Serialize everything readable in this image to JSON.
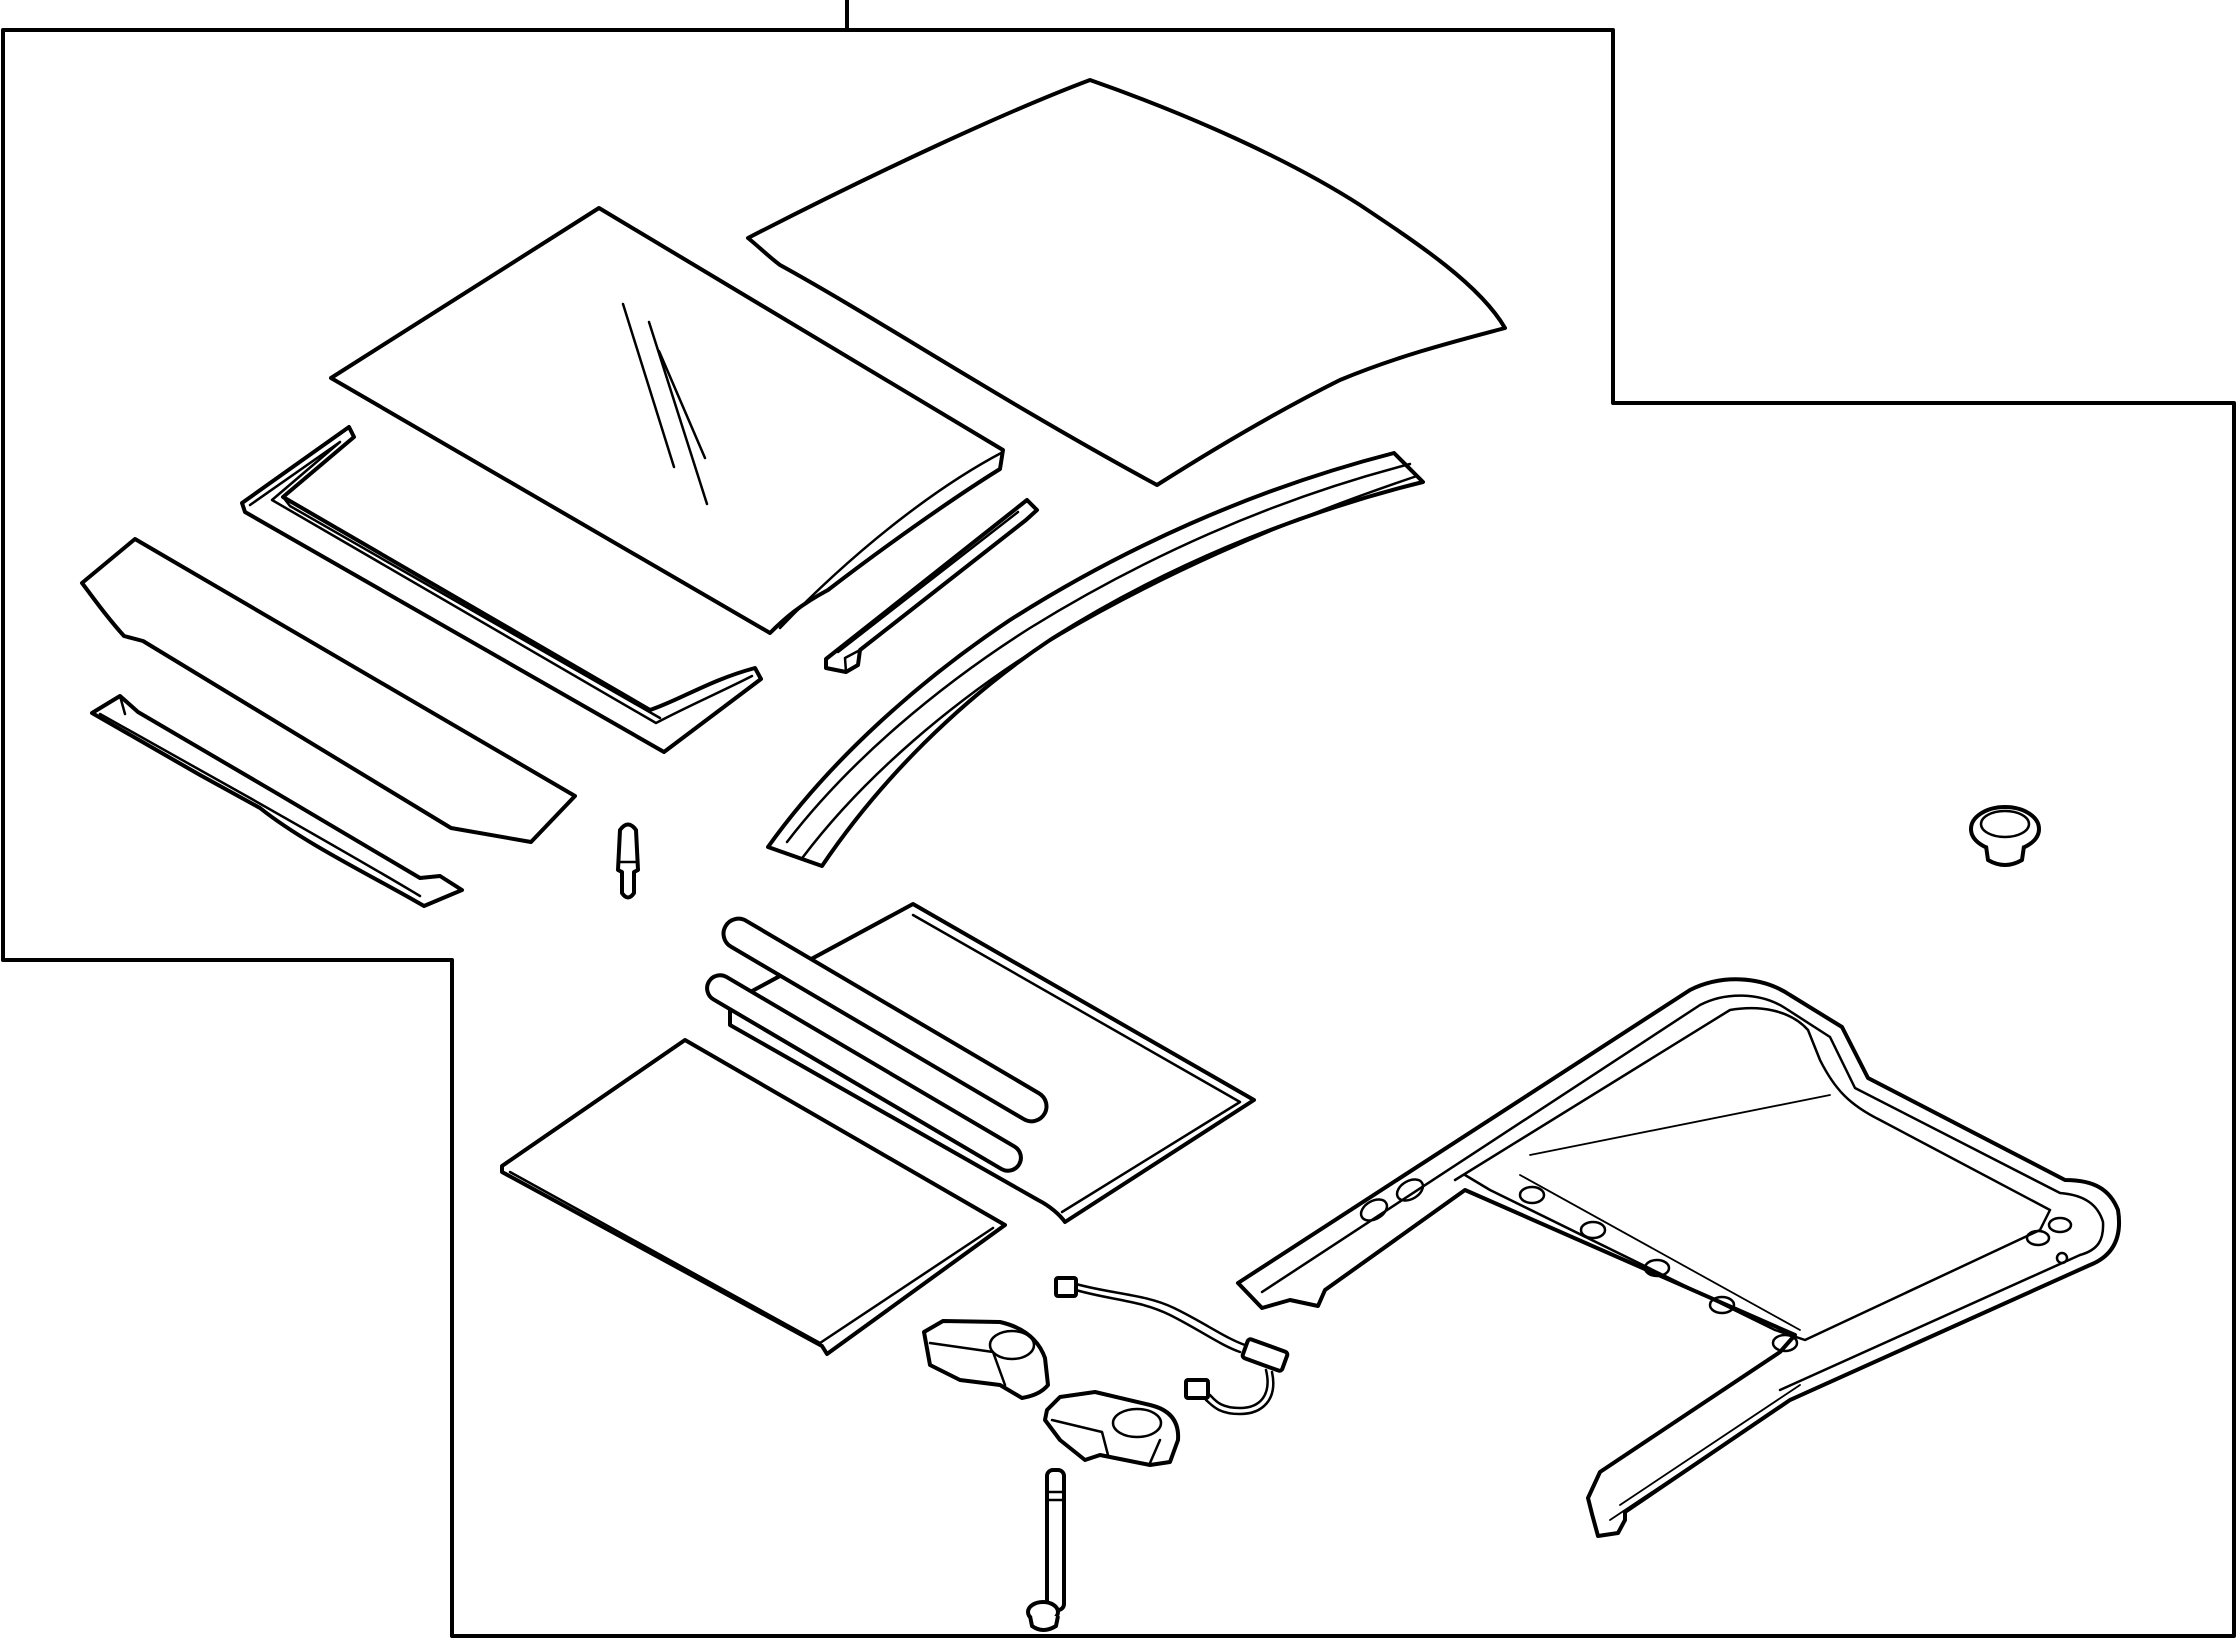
{
  "diagram": {
    "style": "parts-exploded-line-drawing",
    "stroke_color": "#000000",
    "background_color": "#ffffff",
    "parts": [
      {
        "id": "glass-panel",
        "icon": "glass-panel-icon"
      },
      {
        "id": "roof-panel",
        "icon": "roof-panel-icon"
      },
      {
        "id": "front-glass-seal",
        "icon": "seal-icon"
      },
      {
        "id": "side-trim-strip",
        "icon": "trim-strip-icon"
      },
      {
        "id": "deflector",
        "icon": "deflector-icon"
      },
      {
        "id": "front-trim-strip",
        "icon": "trim-strip-icon"
      },
      {
        "id": "drain-tube-plug",
        "icon": "plug-icon"
      },
      {
        "id": "curved-rail",
        "icon": "rail-icon"
      },
      {
        "id": "rubber-grommet",
        "icon": "grommet-icon"
      },
      {
        "id": "rear-sunshade",
        "icon": "sunshade-icon"
      },
      {
        "id": "front-sunshade",
        "icon": "sunshade-icon"
      },
      {
        "id": "sunroof-frame",
        "icon": "frame-icon"
      },
      {
        "id": "wire-harness",
        "icon": "harness-icon"
      },
      {
        "id": "drive-motor-left",
        "icon": "motor-icon"
      },
      {
        "id": "drive-motor-right",
        "icon": "motor-icon"
      },
      {
        "id": "mounting-bolt",
        "icon": "bolt-icon"
      }
    ]
  }
}
